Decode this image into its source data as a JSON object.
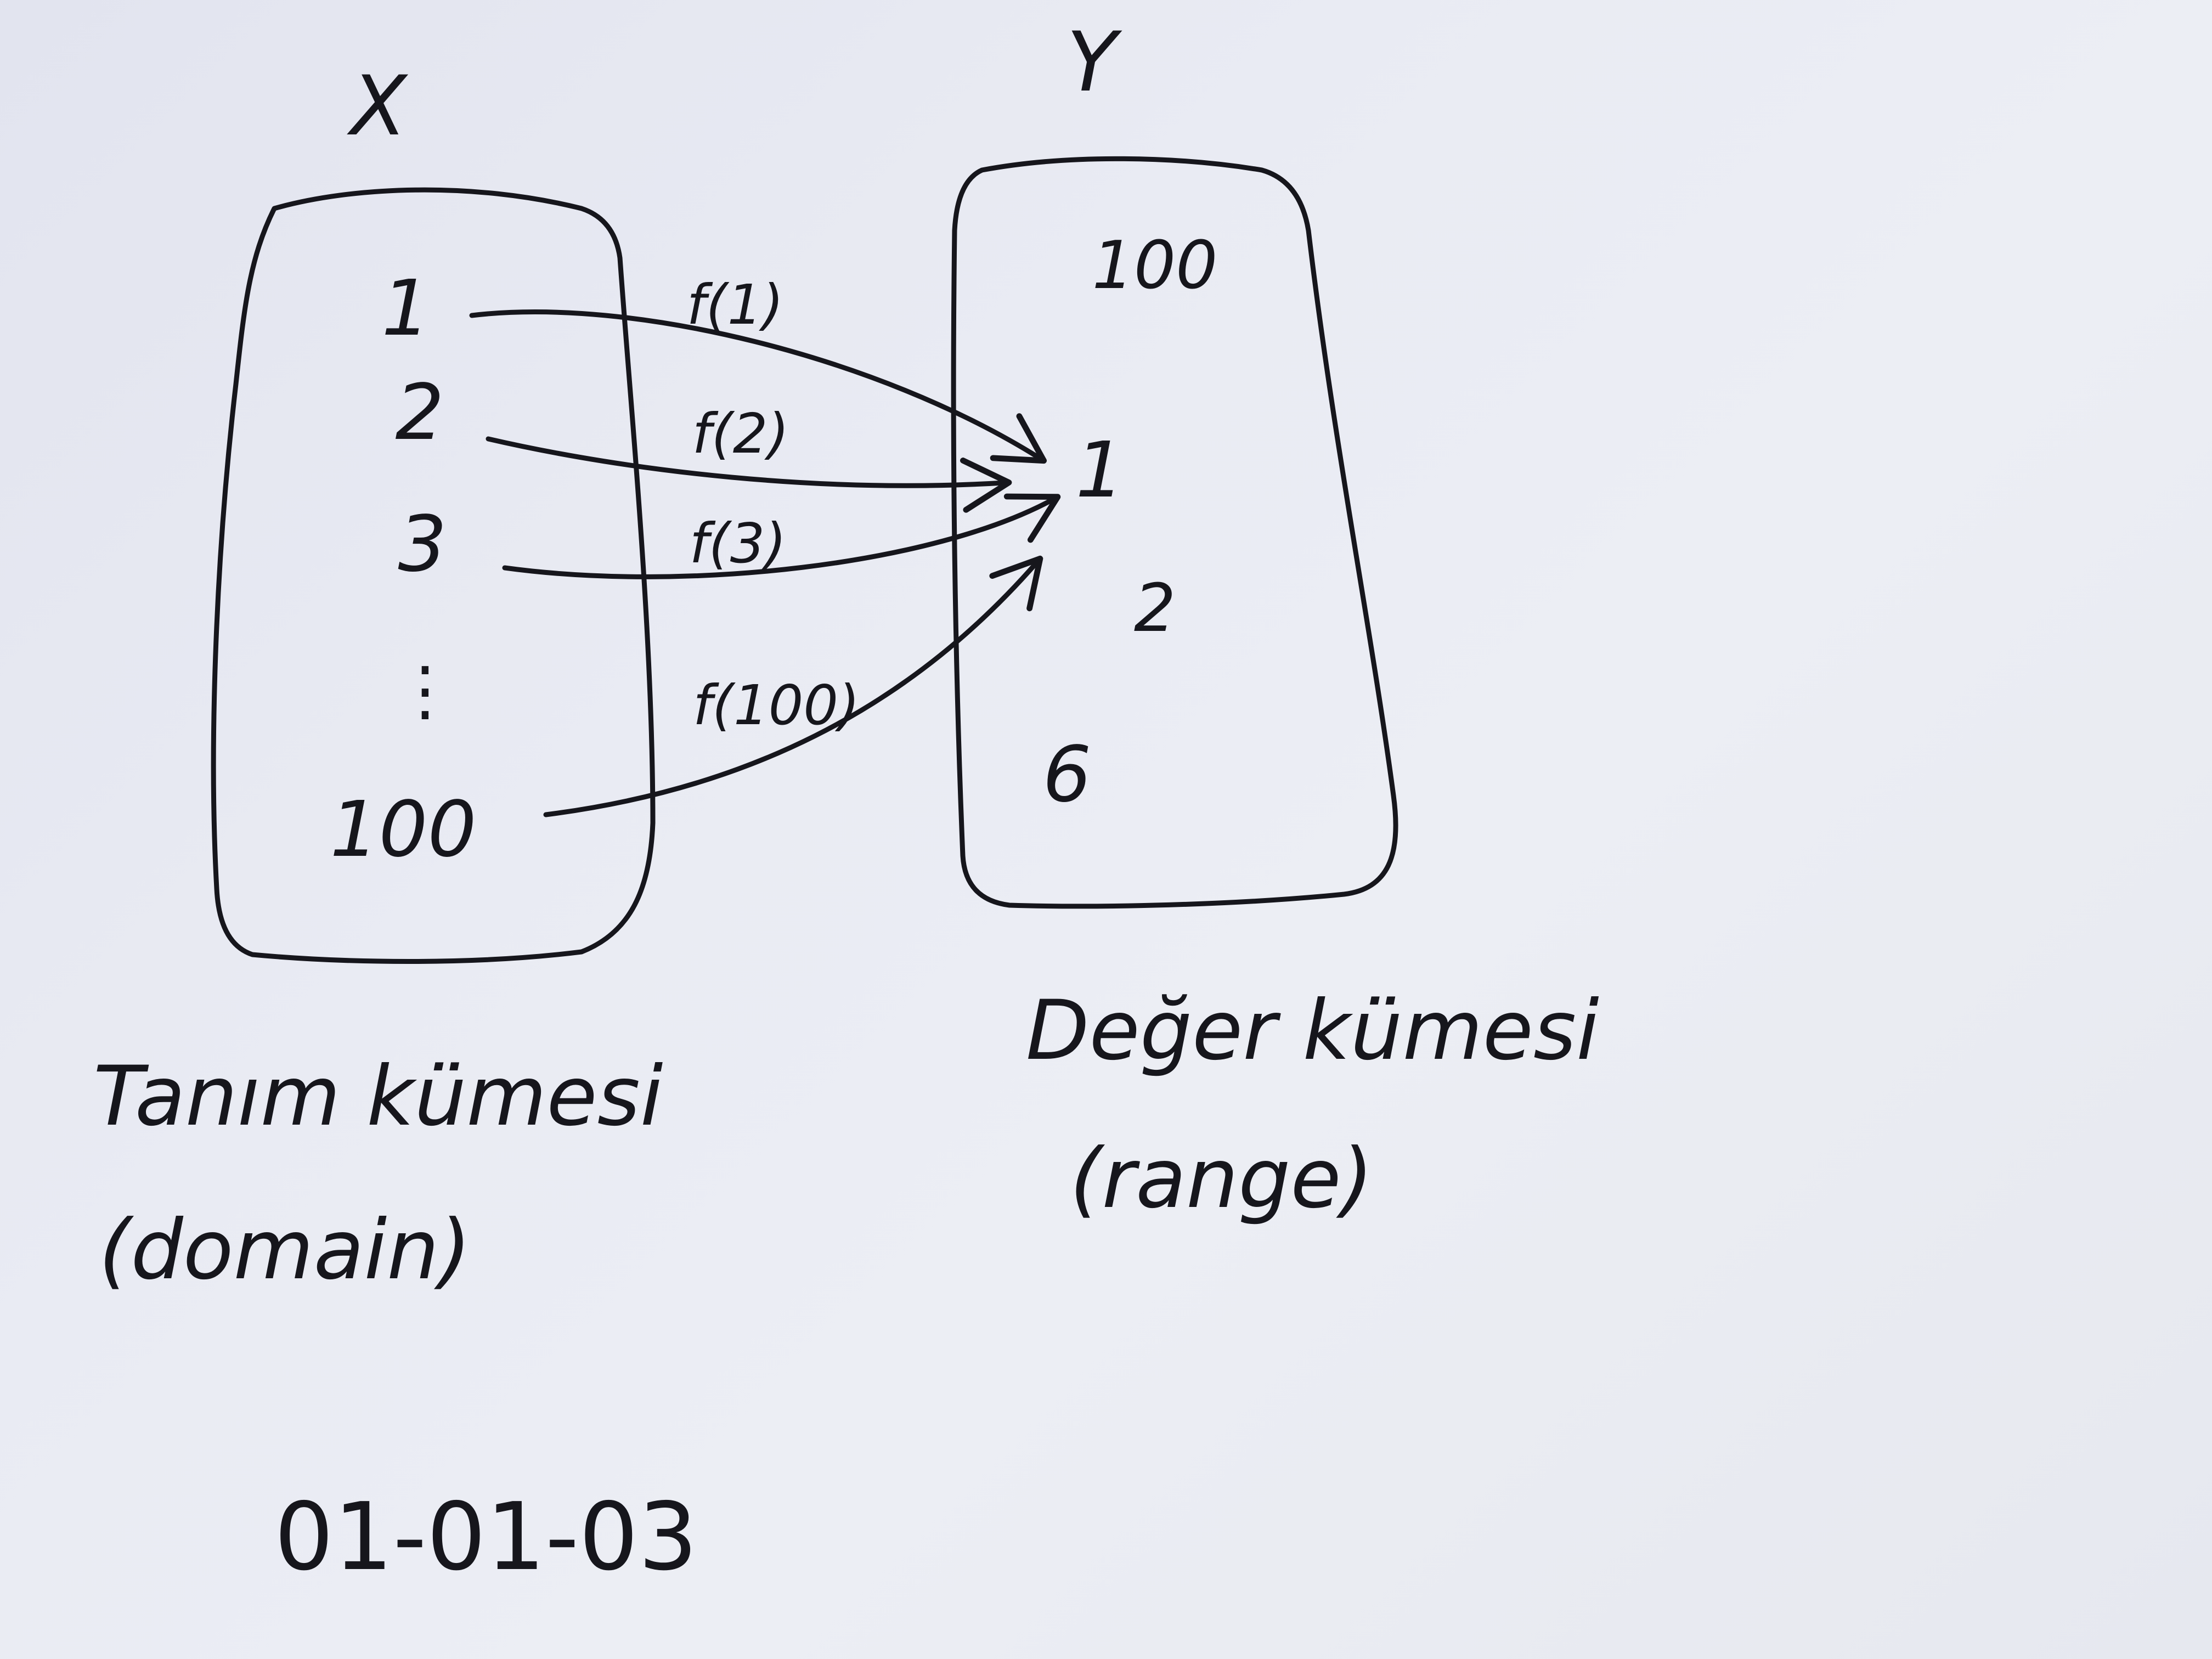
{
  "diagram": {
    "domain_set": {
      "letter": "X",
      "elements": [
        "1",
        "2",
        "3",
        "⋮",
        "100"
      ],
      "caption_line1": "Tanım kümesi",
      "caption_line2": "(domain)"
    },
    "range_set": {
      "letter": "Y",
      "elements": [
        "100",
        "1",
        "2",
        "6"
      ],
      "caption_line1": "Değer kümesi",
      "caption_line2": "(range)"
    },
    "arrows": [
      {
        "label": "f(1)",
        "from": "1",
        "to": "1"
      },
      {
        "label": "f(2)",
        "from": "2",
        "to": "1"
      },
      {
        "label": "f(3)",
        "from": "3",
        "to": "1"
      },
      {
        "label": "f(100)",
        "from": "100",
        "to": "1"
      }
    ],
    "date": "01-01-03"
  },
  "colors": {
    "ink": "#16161c",
    "paper": "#e9ebf3"
  }
}
